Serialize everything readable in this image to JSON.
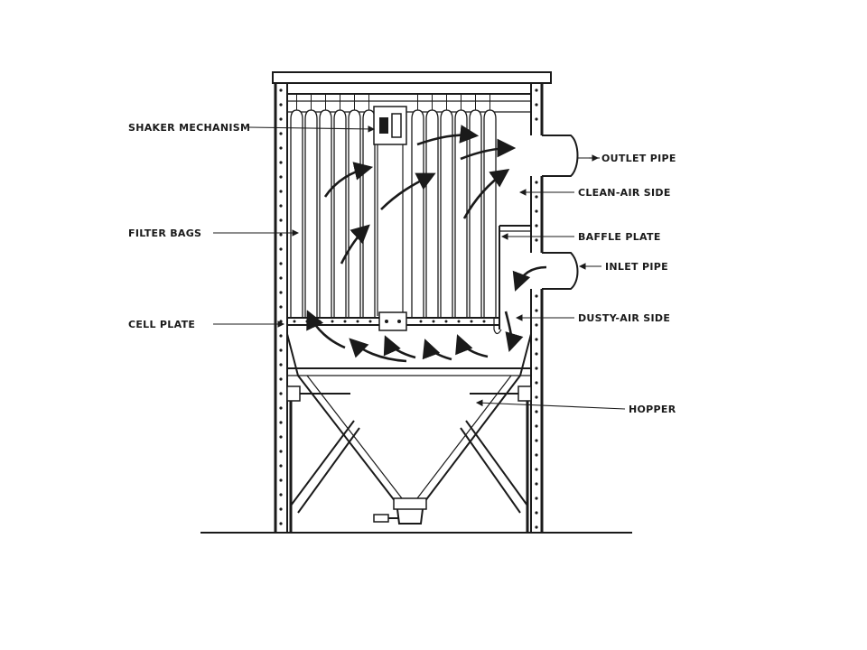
{
  "labels": {
    "shaker_mechanism": "SHAKER MECHANISM",
    "filter_bags": "FILTER BAGS",
    "cell_plate": "CELL PLATE",
    "outlet_pipe": "OUTLET PIPE",
    "clean_air_side": "CLEAN-AIR SIDE",
    "baffle_plate": "BAFFLE PLATE",
    "inlet_pipe": "INLET PIPE",
    "dusty_air_side": "DUSTY-AIR SIDE",
    "hopper": "HOPPER"
  },
  "colors": {
    "ink": "#1a1a1a",
    "paper": "#ffffff"
  }
}
